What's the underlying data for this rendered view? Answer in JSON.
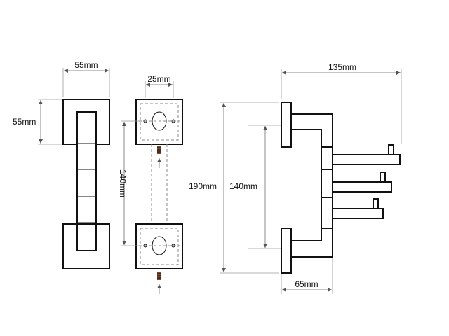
{
  "dimensions": {
    "front_width": "55mm",
    "front_height": "55mm",
    "mount_hole": "25mm",
    "mount_spacing": "140mm",
    "side_total_height": "190mm",
    "side_arm_spacing": "140mm",
    "side_projection": "135mm",
    "side_depth": "65mm"
  }
}
